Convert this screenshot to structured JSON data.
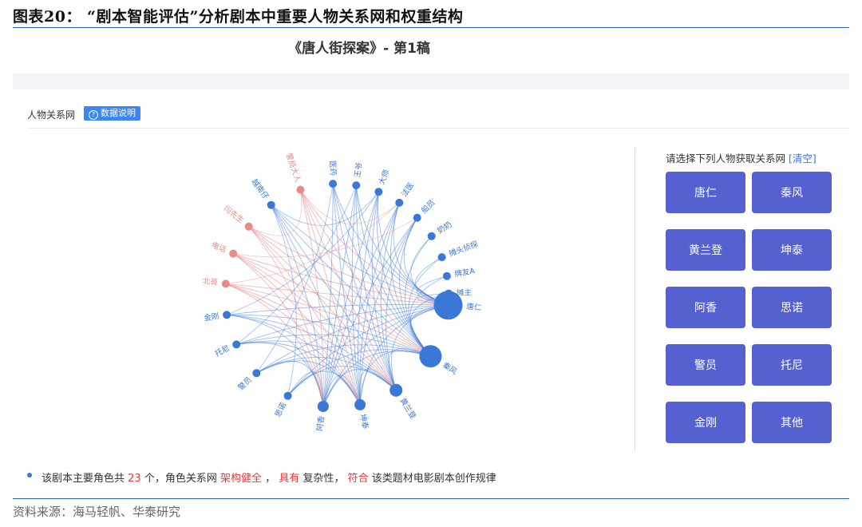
{
  "figure_title": "图表20：   “剧本智能评估”分析剧本中重要人物关系网和权重结构",
  "doc_title": "《唐人街探案》- 第1稿",
  "section_label": "人物关系网",
  "data_button": {
    "icon": "question-circle-icon",
    "label": "数据说明"
  },
  "panel": {
    "prompt": "请选择下列人物获取关系网",
    "clear": "[清空]",
    "buttons": [
      "唐仁",
      "秦风",
      "黄兰登",
      "坤泰",
      "阿香",
      "思诺",
      "警员",
      "托尼",
      "金刚",
      "其他"
    ]
  },
  "colors": {
    "primary": "#3a78d8",
    "secondary": "#e88a8a",
    "button": "#5560d1",
    "highlight": "#e23b3b",
    "rule": "#2a63b5"
  },
  "graph": {
    "nodes": [
      {
        "name": "唐仁",
        "weight": 5,
        "color": "blue"
      },
      {
        "name": "秦风",
        "weight": 4,
        "color": "blue"
      },
      {
        "name": "黄兰登",
        "weight": 3,
        "color": "blue"
      },
      {
        "name": "坤泰",
        "weight": 2,
        "color": "blue"
      },
      {
        "name": "阿香",
        "weight": 2,
        "color": "blue"
      },
      {
        "name": "思诺",
        "weight": 1,
        "color": "blue"
      },
      {
        "name": "警员",
        "weight": 1,
        "color": "blue"
      },
      {
        "name": "托尼",
        "weight": 1,
        "color": "blue"
      },
      {
        "name": "金刚",
        "weight": 1,
        "color": "blue"
      },
      {
        "name": "北哥",
        "weight": 1,
        "color": "red"
      },
      {
        "name": "电话",
        "weight": 1,
        "color": "red"
      },
      {
        "name": "闫先生",
        "weight": 1,
        "color": "red"
      },
      {
        "name": "越南仔",
        "weight": 1,
        "color": "blue"
      },
      {
        "name": "警局大人",
        "weight": 1,
        "color": "red"
      },
      {
        "name": "医药",
        "weight": 1,
        "color": "blue"
      },
      {
        "name": "王爷",
        "weight": 1,
        "color": "blue"
      },
      {
        "name": "大师",
        "weight": 1,
        "color": "blue"
      },
      {
        "name": "法医",
        "weight": 1,
        "color": "blue"
      },
      {
        "name": "船员",
        "weight": 1,
        "color": "blue"
      },
      {
        "name": "奶奶",
        "weight": 1,
        "color": "blue"
      },
      {
        "name": "摊头侦探",
        "weight": 1,
        "color": "blue"
      },
      {
        "name": "牌友A",
        "weight": 1,
        "color": "blue"
      },
      {
        "name": "摊主",
        "weight": 1,
        "color": "blue"
      }
    ]
  },
  "summary": {
    "p1": "该剧本主要角色共",
    "count": "23",
    "p2": "个，角色关系网",
    "h1": "架构健全",
    "p3": "，",
    "h2": "具有",
    "p4": "复杂性，",
    "h3": "符合",
    "p5": "该类题材电影剧本创作规律"
  },
  "source": "资料来源：海马轻帆、华泰研究"
}
